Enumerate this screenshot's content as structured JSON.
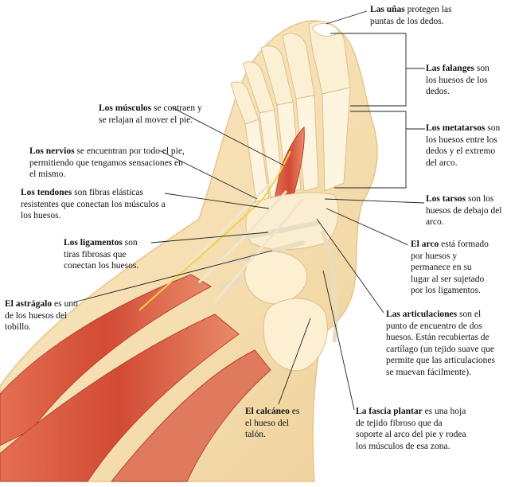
{
  "labels": {
    "unas": {
      "term": "Las uñas",
      "text": "protegen las puntas de los dedos."
    },
    "falanges": {
      "term": "Las falanges",
      "text": "son los huesos de los dedos."
    },
    "metatarsos": {
      "term": "Los metatarsos",
      "text": "son los huesos entre los dedos y el extremo del arco."
    },
    "tarsos": {
      "term": "Los tarsos",
      "text": "son los huesos de debajo del arco."
    },
    "arco": {
      "term": "El arco",
      "text": "está formado por huesos y permanece en su lugar al ser sujetado por los ligamentos."
    },
    "articulaciones": {
      "term": "Las articulaciones",
      "text": "son el punto de encuentro de dos huesos. Están recubiertas de cartílago (un tejido suave que permite que las articulaciones se muevan fácilmente)."
    },
    "fascia": {
      "term": "La fascia plantar",
      "text": "es una hoja de tejido fibroso que da soporte al arco del pie y rodea los músculos de esa zona."
    },
    "calcaneo": {
      "term": "El calcáneo",
      "text": "es el hueso del talón."
    },
    "astragalo": {
      "term": "El astrágalo",
      "text": "es uno de los huesos del tobillo."
    },
    "ligamentos": {
      "term": "Los ligamentos",
      "text": "son tiras fibrosas que conectan los huesos."
    },
    "tendones": {
      "term": "Los tendones",
      "text": "son fibras elásticas resistentes que conectan los músculos a los huesos."
    },
    "nervios": {
      "term": "Los nervios",
      "text": "se encuentran por todo el pie, permitiendo que tengamos sensaciones en el mismo."
    },
    "musculos": {
      "term": "Los músculos",
      "text": "se contraen y se relajan al mover el pie."
    }
  },
  "colors": {
    "skin": "#f6dfb2",
    "skin_edge": "#e7c48a",
    "bone": "#fbf0d4",
    "muscle": "#d9553f",
    "nerve": "#f2d24a",
    "leader": "#222222"
  }
}
